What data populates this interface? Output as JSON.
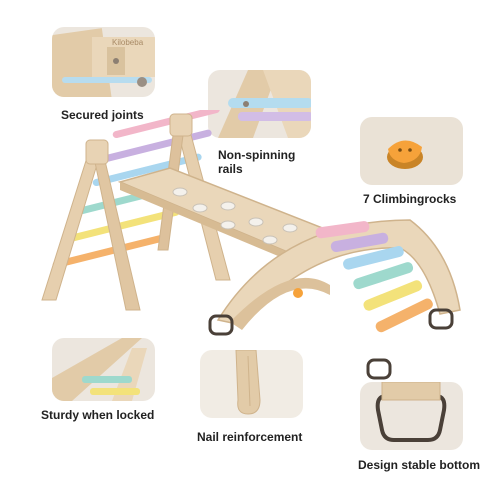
{
  "brand_mark": "Kilobeba",
  "features": [
    {
      "caption": "Secured joints"
    },
    {
      "caption": "Non-spinning rails"
    },
    {
      "caption": "7 Climbingrocks"
    },
    {
      "caption": "Sturdy when locked"
    },
    {
      "caption": "Nail reinforcement"
    },
    {
      "caption": "Design stable bottom"
    }
  ],
  "colors": {
    "wood": "#e8d3b4",
    "wood_dark": "#cfb38c",
    "thumb_bg": "#ece6de",
    "rung_colors": [
      "#f2b6c9",
      "#c8b0e0",
      "#a9d6ef",
      "#9ed9cd",
      "#f3e27a",
      "#f5b26b"
    ],
    "climbing_rock_orange": "#f6a23a"
  }
}
